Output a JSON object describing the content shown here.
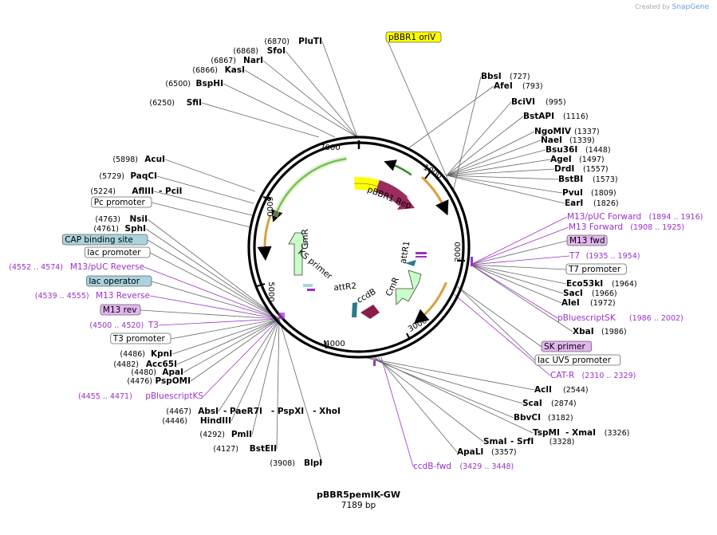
{
  "app": {
    "credit_prefix": "Created by",
    "credit_brand": "SnapGene"
  },
  "plasmid": {
    "name": "pBBR5pemIK-GW",
    "size_label": "7189 bp"
  },
  "ticks": [
    "1000",
    "2000",
    "3000",
    "4000",
    "5000",
    "6000",
    "7000"
  ],
  "map_features": [
    {
      "label": "pBBR1 Rep",
      "kind": "rep"
    },
    {
      "label": "GmR",
      "kind": "gene"
    },
    {
      "label": "CmR",
      "kind": "gene"
    },
    {
      "label": "ccdB",
      "kind": "gene"
    },
    {
      "label": "attR1",
      "kind": "site"
    },
    {
      "label": "attR2",
      "kind": "site"
    },
    {
      "label": "KS primer",
      "kind": "primer"
    }
  ],
  "labels": [
    {
      "name": "PluTI",
      "pos": "(6870)"
    },
    {
      "name": "SfoI",
      "pos": "(6868)"
    },
    {
      "name": "NarI",
      "pos": "(6867)"
    },
    {
      "name": "KasI",
      "pos": "(6866)"
    },
    {
      "name": "BspHI",
      "pos": "(6500)"
    },
    {
      "name": "SfiI",
      "pos": "(6250)"
    },
    {
      "name": "AcuI",
      "pos": "(5898)"
    },
    {
      "name": "PaqCI",
      "pos": "(5729)"
    },
    {
      "name": "AflIII",
      "pos": "(5224)",
      "extra": "- PciI"
    },
    {
      "name": "Pc promoter",
      "boxed": "white"
    },
    {
      "name": "NsiI",
      "pos": "(4763)"
    },
    {
      "name": "SphI",
      "pos": "(4761)"
    },
    {
      "name": "CAP binding site",
      "boxed": "teal"
    },
    {
      "name": "lac promoter",
      "boxed": "white"
    },
    {
      "name": "M13/pUC Reverse",
      "pos": "(4552 .. 4574)",
      "primer": true
    },
    {
      "name": "lac operator",
      "boxed": "teal"
    },
    {
      "name": "M13 Reverse",
      "pos": "(4539 .. 4555)",
      "primer": true
    },
    {
      "name": "M13 rev",
      "boxed": "purple"
    },
    {
      "name": "T3",
      "pos": "(4500 .. 4520)",
      "primer": true
    },
    {
      "name": "T3 promoter",
      "boxed": "white"
    },
    {
      "name": "KpnI",
      "pos": "(4486)"
    },
    {
      "name": "Acc65I",
      "pos": "(4482)"
    },
    {
      "name": "ApaI",
      "pos": "(4480)"
    },
    {
      "name": "PspOMI",
      "pos": "(4476)"
    },
    {
      "name": "pBluescriptKS",
      "pos": "(4455 .. 4471)",
      "primer": true
    },
    {
      "name": "AbsI",
      "pos": "(4467)",
      "extra": "- PaeR7I   - PspXI   - XhoI"
    },
    {
      "name": "HindIII",
      "pos": "(4446)"
    },
    {
      "name": "PmlI",
      "pos": "(4292)"
    },
    {
      "name": "BstEII",
      "pos": "(4127)"
    },
    {
      "name": "BlpI",
      "pos": "(3908)"
    },
    {
      "name": "ccdB-fwd",
      "pos": "(3429 .. 3448)",
      "primer": true
    },
    {
      "name": "ApaLI",
      "pos": "(3357)"
    },
    {
      "name": "SmaI",
      "extra": "- SrfI",
      "pos": "(3328)"
    },
    {
      "name": "TspMI",
      "extra": "- XmaI",
      "pos": "(3326)"
    },
    {
      "name": "BbvCI",
      "pos": "(3182)"
    },
    {
      "name": "ScaI",
      "pos": "(2874)"
    },
    {
      "name": "AclI",
      "pos": "(2544)"
    },
    {
      "name": "CAT-R",
      "pos": "(2310 .. 2329)",
      "primer": true
    },
    {
      "name": "lac UV5 promoter",
      "boxed": "white"
    },
    {
      "name": "SK primer",
      "boxed": "purple"
    },
    {
      "name": "XbaI",
      "pos": "(1986)"
    },
    {
      "name": "pBluescriptSK",
      "pos": "(1986 .. 2002)",
      "primer": true
    },
    {
      "name": "AleI",
      "pos": "(1972)"
    },
    {
      "name": "SacI",
      "pos": "(1966)"
    },
    {
      "name": "Eco53kI",
      "pos": "(1964)"
    },
    {
      "name": "T7 promoter",
      "boxed": "white"
    },
    {
      "name": "T7",
      "pos": "(1935 .. 1954)",
      "primer": true
    },
    {
      "name": "M13 fwd",
      "boxed": "purple"
    },
    {
      "name": "M13 Forward",
      "pos": "(1908 .. 1925)",
      "primer": true
    },
    {
      "name": "M13/pUC Forward",
      "pos": "(1894 .. 1916)",
      "primer": true
    },
    {
      "name": "EarI",
      "pos": "(1826)"
    },
    {
      "name": "PvuI",
      "pos": "(1809)"
    },
    {
      "name": "BstBI",
      "pos": "(1573)"
    },
    {
      "name": "DrdI",
      "pos": "(1557)"
    },
    {
      "name": "AgeI",
      "pos": "(1497)"
    },
    {
      "name": "Bsu36I",
      "pos": "(1448)"
    },
    {
      "name": "NaeI",
      "pos": "(1339)"
    },
    {
      "name": "NgoMIV",
      "pos": "(1337)"
    },
    {
      "name": "BstAPI",
      "pos": "(1116)"
    },
    {
      "name": "BciVI",
      "pos": "(995)"
    },
    {
      "name": "AfeI",
      "pos": "(793)"
    },
    {
      "name": "BbsI",
      "pos": "(727)"
    },
    {
      "name": "pBBR1 oriV",
      "boxed": "yellow"
    }
  ],
  "colors": {
    "primer": "#9b30c9",
    "teal_box": "#a9d3dd",
    "purple_box": "#e3b6f0",
    "yellow_box": "#ffff00",
    "rep": "#ffff00",
    "rep2": "#9b2c5e",
    "gene": "#c8ffc8",
    "green_arrow": "#2e8b1e",
    "orange_arrow": "#d9a03a",
    "site": "#2a7a8a",
    "ccdb": "#8b1d4a"
  }
}
